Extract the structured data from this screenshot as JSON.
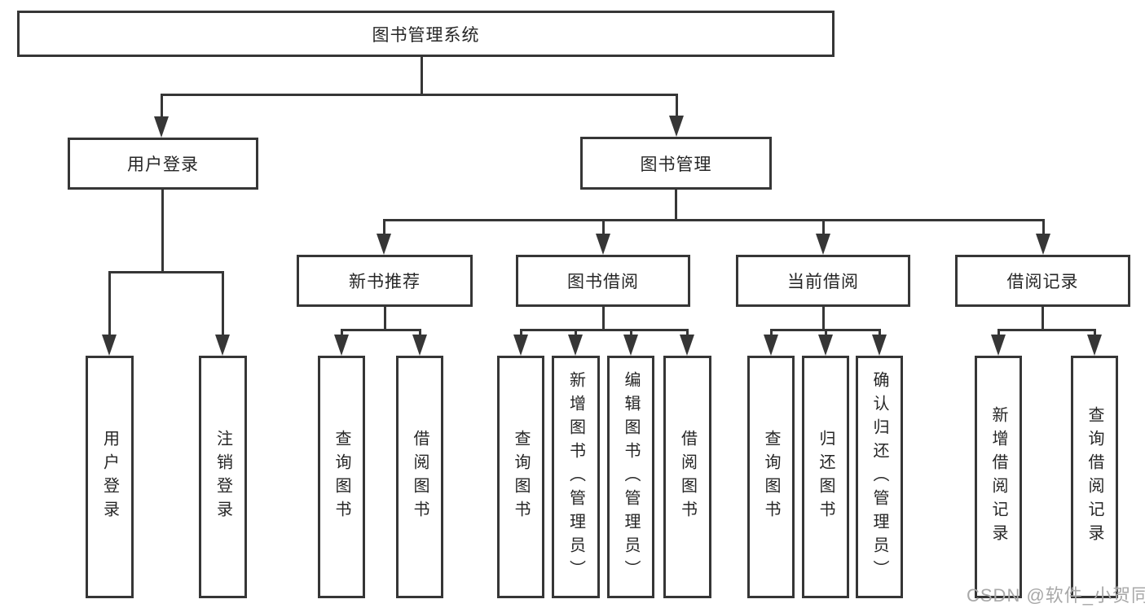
{
  "colors": {
    "background": "#ffffff",
    "line": "#363636",
    "text": "#262626",
    "watermark": "#a8a8a8"
  },
  "watermark": {
    "text": "CSDN @软件_小贺同学"
  },
  "tree": {
    "root": {
      "label": "图书管理系统"
    },
    "branches": [
      {
        "label": "用户登录",
        "children": [
          {
            "label": "用户登录"
          },
          {
            "label": "注销登录"
          }
        ]
      },
      {
        "label": "图书管理",
        "children": [
          {
            "label": "新书推荐",
            "children": [
              {
                "label": "查询图书"
              },
              {
                "label": "借阅图书"
              }
            ]
          },
          {
            "label": "图书借阅",
            "children": [
              {
                "label": "查询图书"
              },
              {
                "label": "新增图书（管理员）"
              },
              {
                "label": "编辑图书（管理员）"
              },
              {
                "label": "借阅图书"
              }
            ]
          },
          {
            "label": "当前借阅",
            "children": [
              {
                "label": "查询图书"
              },
              {
                "label": "归还图书"
              },
              {
                "label": "确认归还（管理员）"
              }
            ]
          },
          {
            "label": "借阅记录",
            "children": [
              {
                "label": "新增借阅记录"
              },
              {
                "label": "查询借阅记录"
              }
            ]
          }
        ]
      }
    ]
  }
}
